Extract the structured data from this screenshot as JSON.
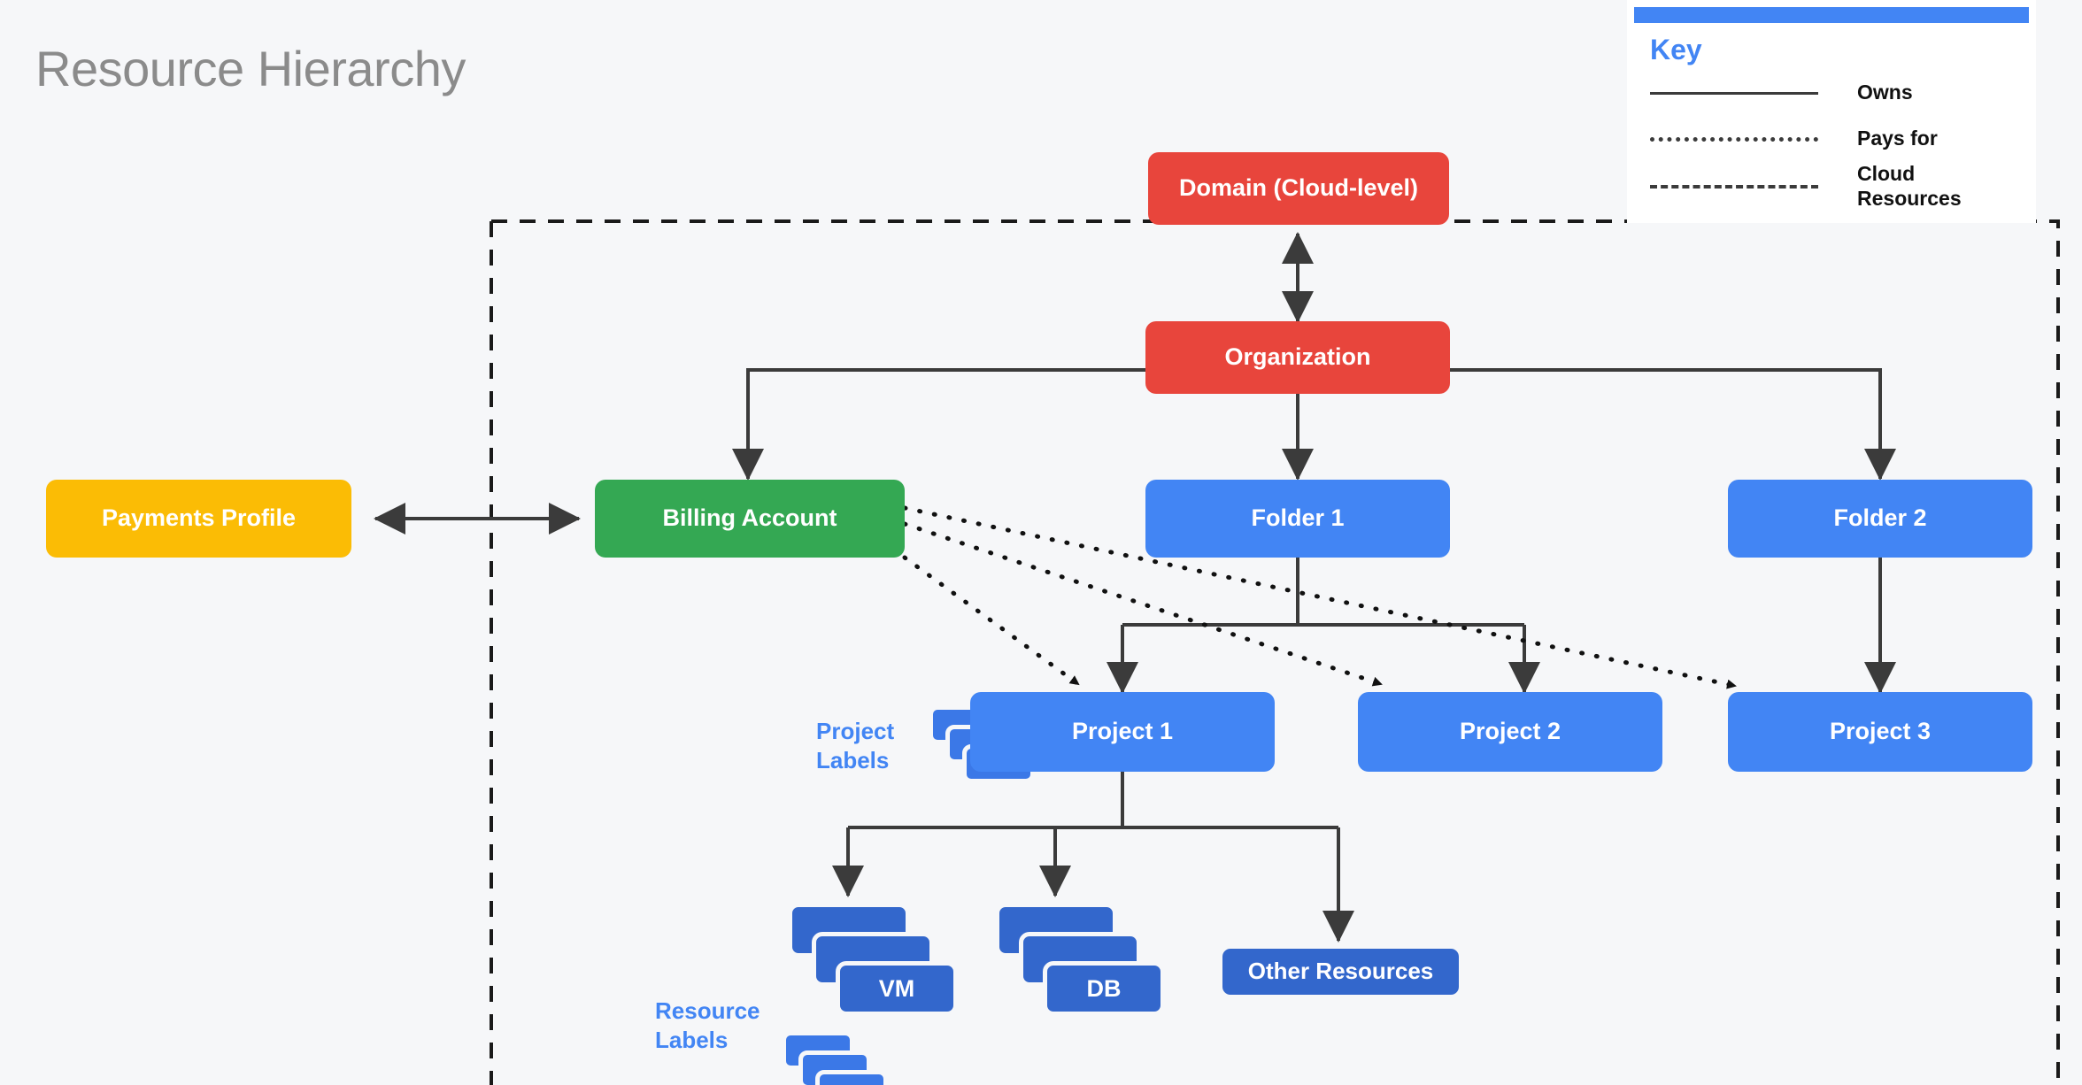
{
  "page": {
    "title": "Resource Hierarchy",
    "background_color": "#f6f7f9"
  },
  "legend": {
    "title": "Key",
    "accent_color": "#4285f4",
    "items": [
      {
        "style": "solid",
        "label": "Owns"
      },
      {
        "style": "dotted",
        "label": "Pays for"
      },
      {
        "style": "dashed",
        "label": "Cloud Resources"
      }
    ]
  },
  "nodes": {
    "domain": {
      "label": "Domain (Cloud-level)",
      "color": "#e8453c"
    },
    "organization": {
      "label": "Organization",
      "color": "#e8453c"
    },
    "payments_profile": {
      "label": "Payments Profile",
      "color": "#fbbc05"
    },
    "billing_account": {
      "label": "Billing Account",
      "color": "#34a853"
    },
    "folder_1": {
      "label": "Folder 1",
      "color": "#4285f4"
    },
    "folder_2": {
      "label": "Folder 2",
      "color": "#4285f4"
    },
    "project_1": {
      "label": "Project 1",
      "color": "#4285f4"
    },
    "project_2": {
      "label": "Project 2",
      "color": "#4285f4"
    },
    "project_3": {
      "label": "Project 3",
      "color": "#4285f4"
    },
    "vm": {
      "label": "VM",
      "color": "#3367cc"
    },
    "db": {
      "label": "DB",
      "color": "#3367cc"
    },
    "other_resources": {
      "label": "Other Resources",
      "color": "#3367cc"
    }
  },
  "annotations": {
    "project_labels": "Project\nLabels",
    "project_labels_line1": "Project",
    "project_labels_line2": "Labels",
    "resource_labels_line1": "Resource",
    "resource_labels_line2": "Labels"
  },
  "cloud_boundary": {
    "style": "dashed",
    "color": "#1a1a1a"
  },
  "edges": [
    {
      "from": "organization",
      "to": "domain",
      "type": "owns",
      "bidirectional": true
    },
    {
      "from": "payments_profile",
      "to": "billing_account",
      "type": "owns",
      "bidirectional": true
    },
    {
      "from": "organization",
      "to": "billing_account",
      "type": "owns"
    },
    {
      "from": "organization",
      "to": "folder_1",
      "type": "owns"
    },
    {
      "from": "organization",
      "to": "folder_2",
      "type": "owns"
    },
    {
      "from": "folder_1",
      "to": "project_1",
      "type": "owns"
    },
    {
      "from": "folder_1",
      "to": "project_2",
      "type": "owns"
    },
    {
      "from": "folder_2",
      "to": "project_3",
      "type": "owns"
    },
    {
      "from": "project_1",
      "to": "vm",
      "type": "owns"
    },
    {
      "from": "project_1",
      "to": "db",
      "type": "owns"
    },
    {
      "from": "project_1",
      "to": "other_resources",
      "type": "owns"
    },
    {
      "from": "billing_account",
      "to": "project_1",
      "type": "pays_for"
    },
    {
      "from": "billing_account",
      "to": "project_2",
      "type": "pays_for"
    },
    {
      "from": "billing_account",
      "to": "project_3",
      "type": "pays_for"
    }
  ]
}
